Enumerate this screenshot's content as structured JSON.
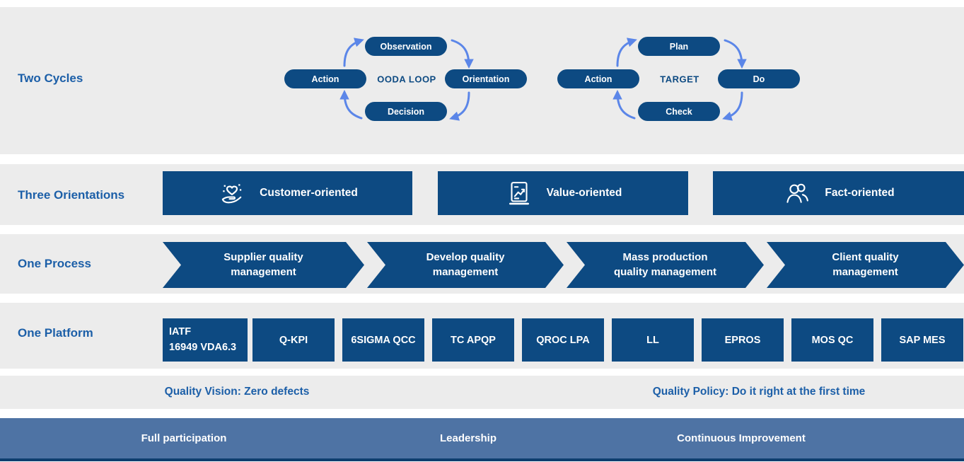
{
  "colors": {
    "navy": "#0d4a82",
    "band_gray": "#ececec",
    "label_blue": "#1c5fa8",
    "arrow_blue": "#5b86e8",
    "footer_bar_blue": "#4e73a4",
    "bottom_line_navy": "#0d3e6e",
    "text_white": "#ffffff"
  },
  "two_cycles": {
    "row_label": "Two Cycles",
    "ooda": {
      "center": "OODA LOOP",
      "top": "Observation",
      "right": "Orientation",
      "bottom": "Decision",
      "left": "Action"
    },
    "pdca": {
      "center": "TARGET",
      "top": "Plan",
      "right": "Do",
      "bottom": "Check",
      "left": "Action"
    }
  },
  "three_orientations": {
    "row_label": "Three Orientations",
    "items": [
      {
        "icon": "heart-in-hand-icon",
        "label": "Customer-oriented"
      },
      {
        "icon": "chart-board-icon",
        "label": "Value-oriented"
      },
      {
        "icon": "people-icon",
        "label": "Fact-oriented"
      }
    ]
  },
  "one_process": {
    "row_label": "One Process",
    "steps": [
      {
        "line1": "Supplier quality",
        "line2": "management"
      },
      {
        "line1": "Develop quality",
        "line2": "management"
      },
      {
        "line1": "Mass production",
        "line2": "quality management"
      },
      {
        "line1": "Client quality",
        "line2": "management"
      }
    ]
  },
  "one_platform": {
    "row_label": "One Platform",
    "items": [
      {
        "line1": "IATF",
        "line2": "16949 VDA6.3"
      },
      {
        "label": "Q-KPI"
      },
      {
        "label": "6SIGMA QCC"
      },
      {
        "label": "TC APQP"
      },
      {
        "label": "QROC LPA"
      },
      {
        "label": "LL"
      },
      {
        "label": "EPROS"
      },
      {
        "label": "MOS QC"
      },
      {
        "label": "SAP MES"
      }
    ]
  },
  "statements": {
    "vision": "Quality Vision: Zero defects",
    "policy": "Quality Policy: Do it right at the first time"
  },
  "footer": {
    "items": [
      "Full participation",
      "Leadership",
      "Continuous Improvement"
    ]
  }
}
